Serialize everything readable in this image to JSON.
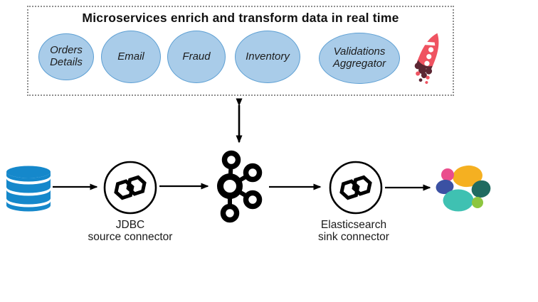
{
  "diagram": {
    "microservices_box": {
      "title": "Microservices enrich and transform data in real time",
      "services": [
        "Orders Details",
        "Email",
        "Fraud",
        "Inventory",
        "Validations Aggregator"
      ]
    },
    "source_connector": {
      "line1": "JDBC",
      "line2": "source connector"
    },
    "sink_connector": {
      "line1": "Elasticsearch",
      "line2": "sink connector"
    },
    "colors": {
      "service_fill": "#a9cce9",
      "service_border": "#5d9fd3",
      "database_blue": "#1588cb",
      "rocket_red": "#ef5361",
      "rocket_exhaust": "#5c2633",
      "elastic_yellow": "#f5b021",
      "elastic_pink": "#ea4e8d",
      "elastic_blue": "#3b51a3",
      "elastic_teal": "#3fc1b2",
      "elastic_forest": "#1f6b60",
      "elastic_lime": "#8dc63f",
      "line_black": "#000000"
    }
  }
}
